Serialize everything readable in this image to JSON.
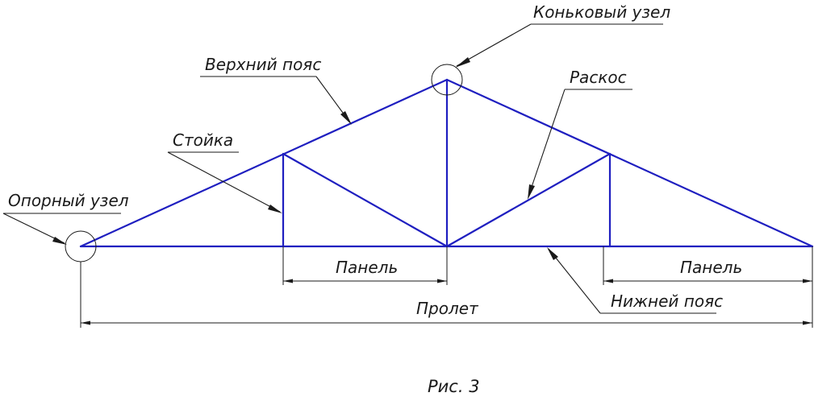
{
  "colors": {
    "truss": "#1f1fc0",
    "lines": "#1a1a1a",
    "background": "#ffffff"
  },
  "labels": {
    "ridge_node": "Коньковый узел",
    "top_chord": "Верхний пояс",
    "diagonal": "Раскос",
    "post": "Стойка",
    "support_node": "Опорный узел",
    "panel_left": "Панель",
    "panel_right": "Панель",
    "bottom_chord": "Нижней пояс",
    "span": "Пролет"
  },
  "caption": "Рис. 3"
}
